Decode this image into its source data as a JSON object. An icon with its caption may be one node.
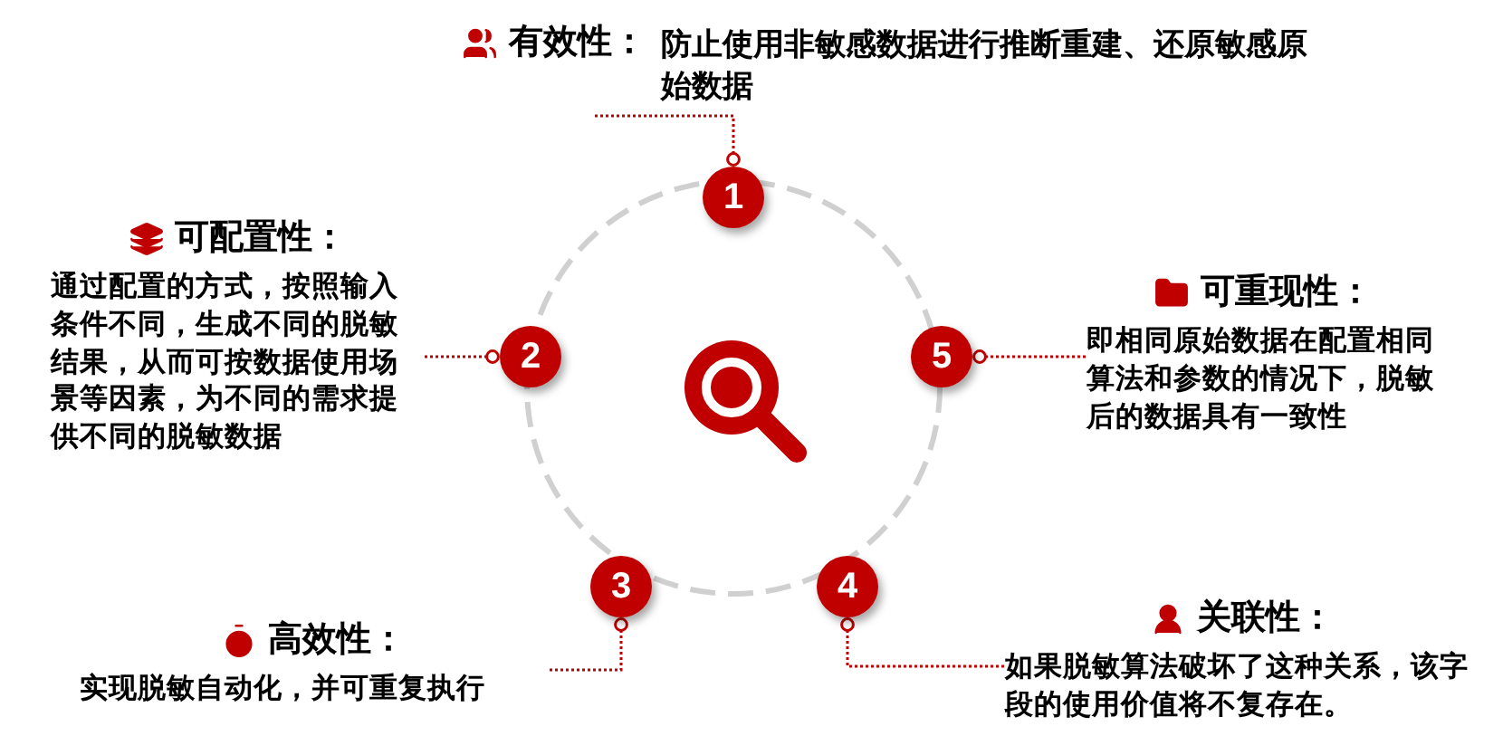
{
  "diagram": {
    "nodes": [
      {
        "text": [
          "有效性：",
          "防止使用非敏感数据进行推断重建、还原敏感原始数据"
        ]
      },
      {
        "text": [
          "1"
        ]
      },
      {
        "text": [
          "可配置性：",
          "通过配置的方式，按照输入条件不同，生成不同的脱敏结果，从而可按数据使用场景等因素，为不同的需求提供不同的脱敏数据"
        ]
      },
      {
        "text": [
          "2"
        ]
      },
      {
        "text": [
          "5"
        ]
      },
      {
        "text": [
          "可重现性：",
          "即相同原始数据在配置相同算法和参数的情况下，脱敏后的数据具有一致性"
        ]
      },
      {
        "text": [
          "3"
        ]
      },
      {
        "text": [
          "4"
        ]
      },
      {
        "text": [
          "高效性：",
          "实现脱敏自动化，并可重复执行"
        ]
      },
      {
        "text": [
          "关联性：",
          "如果脱敏算法破坏了这种关系，该字段的使用价值将不复存在。"
        ]
      }
    ],
    "edges": [
      {
        "from": 1,
        "to": 0,
        "arrow": "other",
        "style": "dashed"
      },
      {
        "from": 3,
        "to": 2,
        "arrow": "other",
        "style": "dashed"
      },
      {
        "from": 4,
        "to": 5,
        "arrow": "other",
        "style": "dashed"
      },
      {
        "from": 6,
        "to": 8,
        "arrow": "other",
        "style": "dashed"
      },
      {
        "from": 7,
        "to": 9,
        "arrow": "other",
        "style": "dashed"
      }
    ]
  }
}
